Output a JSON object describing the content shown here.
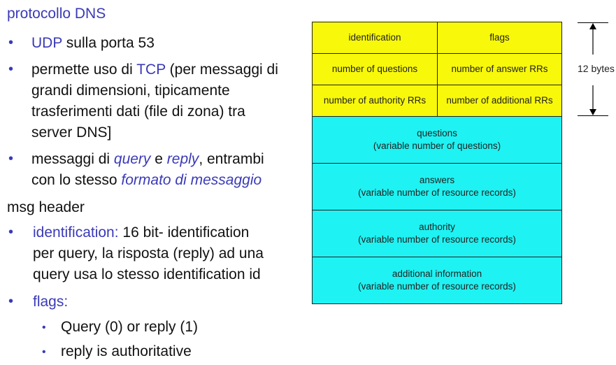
{
  "title": "protocollo DNS",
  "bullets": {
    "udp": {
      "term": "UDP",
      "text": " sulla porta 53"
    },
    "tcp": {
      "line1_pre": "permette uso di ",
      "line1_term": "TCP",
      "line1_post": " (per messaggi di",
      "line2": "grandi dimensioni, tipicamente",
      "line3": "trasferimenti dati (file di zona) tra",
      "line4": "server DNS]"
    },
    "query_reply": {
      "line1_pre": "messaggi di ",
      "query": "query",
      "and": " e ",
      "reply": "reply",
      "line1_post": ", entrambi",
      "line2_pre": "con lo stesso ",
      "format": "formato di messaggio"
    }
  },
  "msg_header_label": "msg header",
  "identification_bullet": {
    "term": "identification:",
    "line1_post": " 16 bit- identification",
    "line2": "per query, la risposta (reply) ad una",
    "line3": "query usa lo stesso identification id"
  },
  "flags_bullet": {
    "term": "flags:"
  },
  "sub_bullets": [
    "Query (0) or reply (1)",
    "reply is authoritative"
  ],
  "diagram": {
    "rows": [
      [
        "identification",
        "flags"
      ],
      [
        "number of questions",
        "number of answer RRs"
      ],
      [
        "number of authority RRs",
        "number of additional RRs"
      ]
    ],
    "sections": [
      {
        "title": "questions",
        "desc": "(variable number of questions)"
      },
      {
        "title": "answers",
        "desc": "(variable number of resource records)"
      },
      {
        "title": "authority",
        "desc": "(variable number of resource  records)"
      },
      {
        "title": "additional information",
        "desc": "(variable number of resource records)"
      }
    ],
    "size_label": "12 bytes",
    "colors": {
      "header": "#f8f80a",
      "body": "#1ff2f2"
    }
  }
}
